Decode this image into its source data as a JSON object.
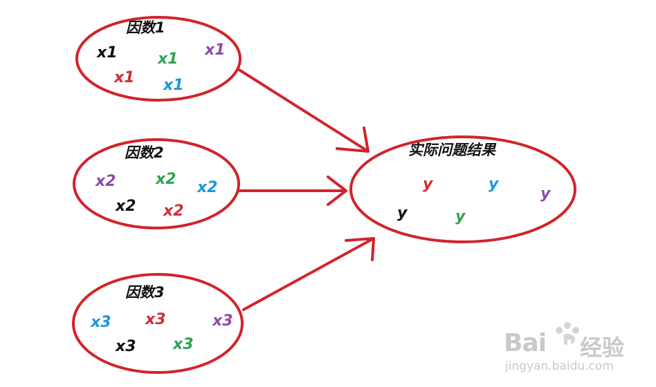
{
  "colors": {
    "outline": "#d2232a",
    "black": "#111111",
    "green": "#2ea44f",
    "purple": "#8b4ca8",
    "red": "#cf2d36",
    "blue": "#1b9ad6"
  },
  "factor1": {
    "title": "因数1",
    "items": [
      {
        "text": "x1",
        "color": "black"
      },
      {
        "text": "x1",
        "color": "green"
      },
      {
        "text": "x1",
        "color": "purple"
      },
      {
        "text": "x1",
        "color": "red"
      },
      {
        "text": "x1",
        "color": "blue"
      }
    ]
  },
  "factor2": {
    "title": "因数2",
    "items": [
      {
        "text": "x2",
        "color": "purple"
      },
      {
        "text": "x2",
        "color": "green"
      },
      {
        "text": "x2",
        "color": "blue"
      },
      {
        "text": "x2",
        "color": "black"
      },
      {
        "text": "x2",
        "color": "red"
      }
    ]
  },
  "factor3": {
    "title": "因数3",
    "items": [
      {
        "text": "x3",
        "color": "blue"
      },
      {
        "text": "x3",
        "color": "red"
      },
      {
        "text": "x3",
        "color": "purple"
      },
      {
        "text": "x3",
        "color": "black"
      },
      {
        "text": "x3",
        "color": "green"
      }
    ]
  },
  "result": {
    "title": "实际问题结果",
    "items": [
      {
        "text": "y",
        "color": "red"
      },
      {
        "text": "y",
        "color": "blue"
      },
      {
        "text": "y",
        "color": "purple"
      },
      {
        "text": "y",
        "color": "black"
      },
      {
        "text": "y",
        "color": "green"
      }
    ]
  },
  "watermark": {
    "brand_a": "Bai",
    "paw": "du",
    "brand_cn": "经验",
    "url": "jingyan.baidu.com"
  }
}
